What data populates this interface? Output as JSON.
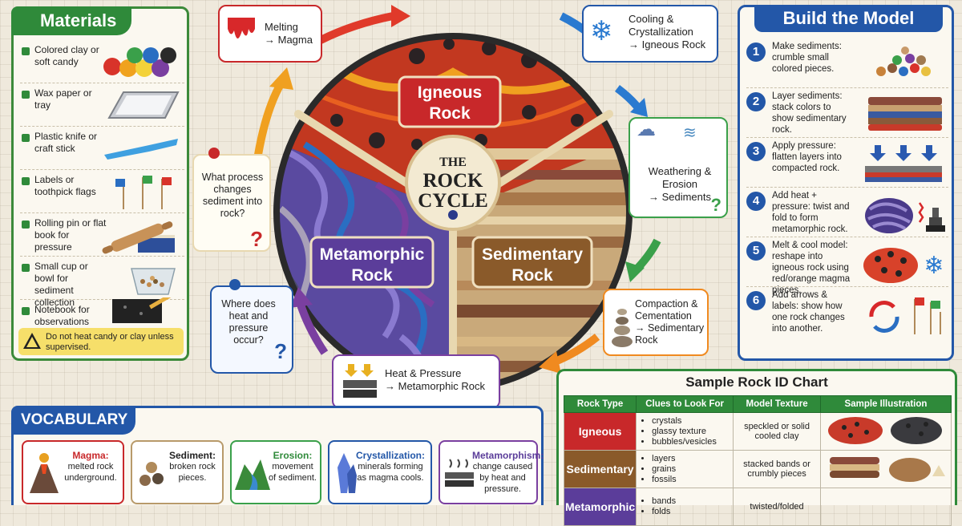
{
  "materials": {
    "title": "Materials",
    "items": [
      {
        "label": "Colored clay or soft candy"
      },
      {
        "label": "Wax paper or tray"
      },
      {
        "label": "Plastic knife or craft stick"
      },
      {
        "label": "Labels or toothpick flags"
      },
      {
        "label": "Rolling pin or flat book for pressure"
      },
      {
        "label": "Small cup or bowl for sediment collection"
      },
      {
        "label": "Notebook for observations"
      }
    ],
    "warning": "Do not heat candy or clay unless supervised."
  },
  "build": {
    "title": "Build the Model",
    "steps": [
      {
        "num": "1",
        "text": "Make sediments: crumble small colored pieces."
      },
      {
        "num": "2",
        "text": "Layer sediments: stack colors to show sedimentary rock."
      },
      {
        "num": "3",
        "text": "Apply pressure: flatten layers into compacted rock."
      },
      {
        "num": "4",
        "text": "Add heat + pressure: twist and fold to form metamorphic rock."
      },
      {
        "num": "5",
        "text": "Melt & cool model: reshape into igneous rock using red/orange magma pieces."
      },
      {
        "num": "6",
        "text": "Add arrows & labels: show how one rock changes into another."
      }
    ]
  },
  "cycle": {
    "center": {
      "line1": "THE",
      "line2": "ROCK",
      "line3": "CYCLE"
    },
    "igneous": "Igneous Rock",
    "sedimentary": "Sedimentary Rock",
    "metamorphic": "Metamorphic Rock",
    "melting": {
      "line1": "Melting",
      "line2": "→ Magma"
    },
    "cooling": {
      "line1": "Cooling &",
      "line2": "Crystallization",
      "line3": "→ Igneous Rock"
    },
    "weathering": {
      "line1": "Weathering &",
      "line2": "Erosion",
      "line3": "→ Sediments"
    },
    "compaction": {
      "line1": "Compaction &",
      "line2": "Cementation",
      "line3": "→ Sedimentary",
      "line4": "Rock"
    },
    "heat": {
      "line1": "Heat & Pressure",
      "line2": "→ Metamorphic Rock"
    },
    "q1": "What process changes sediment into rock?",
    "q2": "Where does heat and pressure occur?",
    "qmark": "?"
  },
  "vocab": {
    "title": "VOCABULARY",
    "items": [
      {
        "term": "Magma:",
        "def": "melted rock underground."
      },
      {
        "term": "Sediment:",
        "def": "broken rock pieces."
      },
      {
        "term": "Erosion:",
        "def": "movement of sediment."
      },
      {
        "term": "Crystallization:",
        "def": "minerals forming as magma cools."
      },
      {
        "term": "Metamorphism:",
        "def": "change caused by heat and pressure."
      }
    ]
  },
  "chart": {
    "title": "Sample Rock ID Chart",
    "headers": [
      "Rock Type",
      "Clues to Look For",
      "Model Texture",
      "Sample Illustration"
    ],
    "rows": [
      {
        "type": "Igneous",
        "clues": [
          "crystals",
          "glassy texture",
          "bubbles/vesicles"
        ],
        "texture": "speckled or solid cooled clay"
      },
      {
        "type": "Sedimentary",
        "clues": [
          "layers",
          "grains",
          "fossils"
        ],
        "texture": "stacked bands or crumbly pieces"
      },
      {
        "type": "Metamorphic",
        "clues": [
          "bands",
          "folds"
        ],
        "texture": "twisted/folded"
      }
    ]
  },
  "colors": {
    "igneous": "#c8282a",
    "sedimentary": "#8a5a2a",
    "metamorphic": "#5b3d9a",
    "green": "#2f8a3a",
    "blue": "#2357a8"
  }
}
